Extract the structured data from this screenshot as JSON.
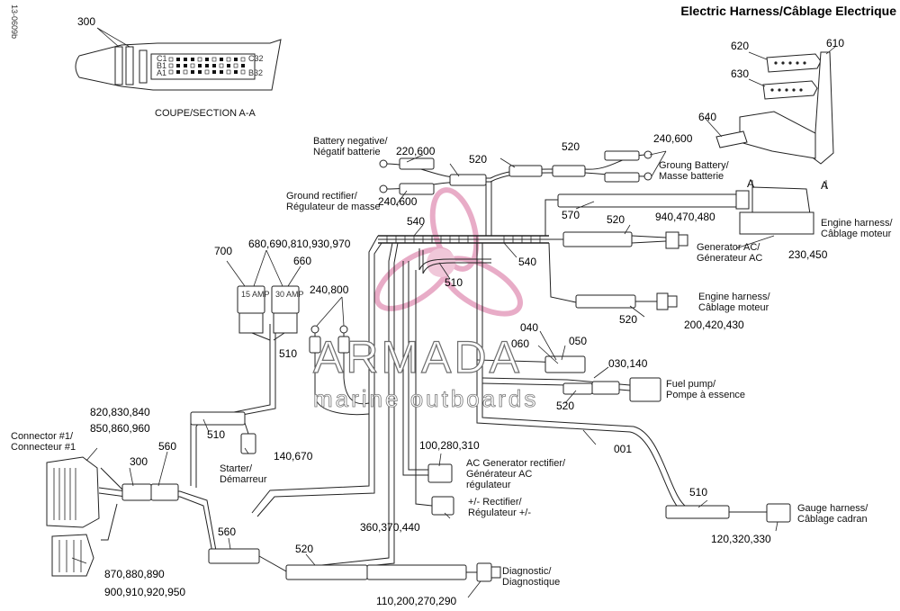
{
  "title": "Electric Harness/Câblage Electrique",
  "side_code": "13-0609b",
  "section_label": "COUPE/SECTION A-A",
  "watermark": {
    "brand": "ARMADA",
    "sub": "marine outboards"
  },
  "callouts": {
    "c300_top": "300",
    "c620": "620",
    "c610": "610",
    "c630": "630",
    "c640": "640",
    "a1": "A",
    "a2": "A",
    "c520_top": "520",
    "c240_600_r": "240,600",
    "c520_mid": "520",
    "c220_600": "220,600",
    "c240_600_l": "240,600",
    "c570": "570",
    "c520_r": "520",
    "c940": "940,470,480",
    "c540_a": "540",
    "c540_b": "540",
    "c510_mid": "510",
    "c230_450": "230,450",
    "c700": "700",
    "c680": "680,690,810,930,970",
    "c660": "660",
    "c240_800": "240,800",
    "c520_eng": "520",
    "c200_420": "200,420,430",
    "c040": "040",
    "c060": "060",
    "c050": "050",
    "c030_140": "030,140",
    "c510_l": "510",
    "c520_fuel": "520",
    "c820": "820,830,840",
    "c850": "850,860,960",
    "c510_st": "510",
    "c140_670": "140,670",
    "c560_a": "560",
    "c300_b": "300",
    "c001": "001",
    "c100_280": "100,280,310",
    "c510_g": "510",
    "c360": "360,370,440",
    "c560_b": "560",
    "c520_bot": "520",
    "c120": "120,320,330",
    "c870": "870,880,890",
    "c900": "900,910,920,950",
    "c110": "110,200,270,290"
  },
  "labels": {
    "battery_neg": [
      "Battery negative/",
      "Négatif batterie"
    ],
    "ground_battery": [
      "Groung Battery/",
      "Masse batterie"
    ],
    "ground_rectifier": [
      "Ground rectifier/",
      "Régulateur de masse"
    ],
    "engine_harness_1": [
      "Engine harness/",
      "Câblage moteur"
    ],
    "generator_ac": [
      "Generator AC/",
      "Génerateur AC"
    ],
    "engine_harness_2": [
      "Engine harness/",
      "Câblage moteur"
    ],
    "fuel_pump": [
      "Fuel pump/",
      "Pompe à essence"
    ],
    "connector1": [
      "Connector #1/",
      "Connecteur #1"
    ],
    "starter": [
      "Starter/",
      "Démarreur"
    ],
    "ac_gen_rect": [
      "AC Generator rectifier/",
      "Générateur AC",
      "régulateur"
    ],
    "rectifier_pm": [
      "+/- Rectifier/",
      "Régulateur +/-"
    ],
    "gauge_harness": [
      "Gauge harness/",
      "Câblage cadran"
    ],
    "diagnostic": [
      "Diagnostic/",
      "Diagnostique"
    ]
  },
  "fuse_labels": {
    "fuse_left": "15 AMP",
    "fuse_right": "30 AMP"
  },
  "pin_rows": [
    "C1",
    "B1",
    "A1",
    "C32",
    "B32"
  ]
}
